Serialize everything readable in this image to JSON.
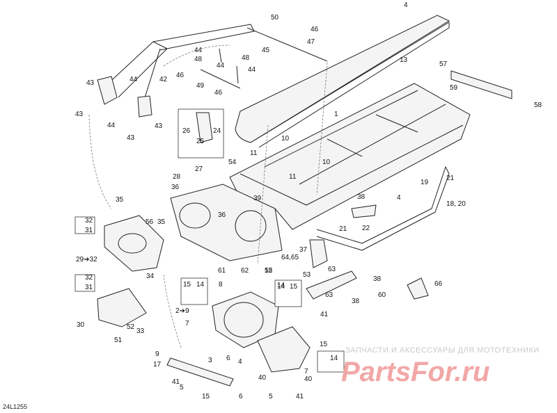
{
  "document_code": "24L1255",
  "watermark": {
    "caption": "ЗАПЧАСТИ И АКСЕССУАРЫ ДЛЯ МОТОТЕХНИКИ",
    "logo_text": "PartsFor.ru"
  },
  "callouts": [
    "50",
    "46",
    "47",
    "45",
    "13",
    "44",
    "48",
    "44",
    "46",
    "49",
    "46",
    "48",
    "44",
    "42",
    "43",
    "44",
    "43",
    "44",
    "43",
    "43",
    "26",
    "24",
    "25",
    "57",
    "59",
    "58",
    "1",
    "10",
    "10",
    "11",
    "11",
    "54",
    "27",
    "28",
    "21",
    "19",
    "18, 20",
    "36",
    "35",
    "38",
    "39",
    "4",
    "56",
    "35",
    "36",
    "32",
    "31",
    "29➔32",
    "34",
    "21",
    "22",
    "37",
    "61",
    "62",
    "55",
    "64,65",
    "12",
    "63",
    "53",
    "63",
    "38",
    "38",
    "60",
    "66",
    "32",
    "31",
    "30",
    "52",
    "33",
    "51",
    "15",
    "14",
    "8",
    "2➔9",
    "7",
    "14",
    "15",
    "14",
    "15",
    "9",
    "3",
    "17",
    "6",
    "4",
    "41",
    "5",
    "40",
    "7",
    "40",
    "41",
    "14",
    "15",
    "6",
    "5",
    "41",
    "4"
  ]
}
